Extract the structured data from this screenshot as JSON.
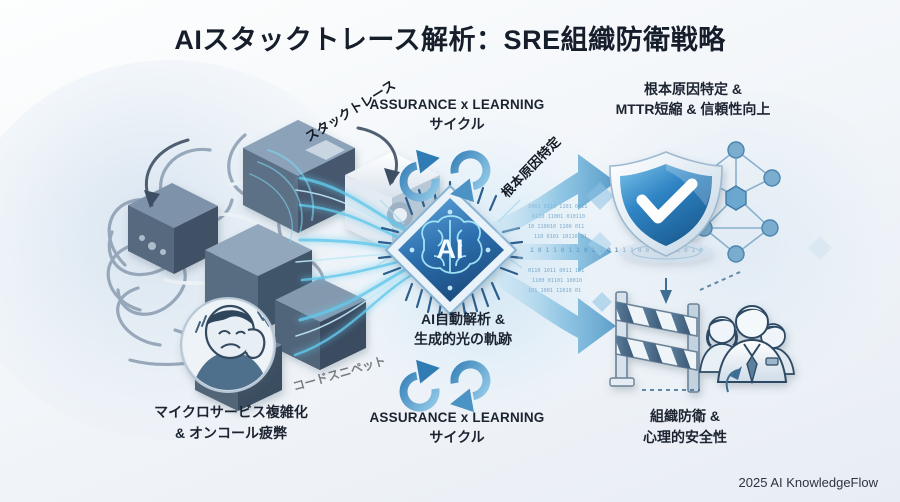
{
  "document": {
    "title": "AIスタックトレース解析：SRE組織防衛戦略",
    "footer": "2025 AI KnowledgeFlow",
    "background_color": "#f2f5f9",
    "accent_color": "#2e7fc0",
    "text_color": "#1c2431"
  },
  "labels": {
    "stack_trace_flow": "スタックトレース",
    "code_snippet_flow": "コードスニペット",
    "root_cause_flow": "根本原因特定",
    "cycle_top": {
      "line1": "ASSURANCE x LEARNING",
      "line2": "サイクル"
    },
    "cycle_bottom": {
      "line1": "ASSURANCE x LEARNING",
      "line2": "サイクル"
    },
    "outcome_top_right": {
      "line1": "根本原因特定 &",
      "line2": "MTTR短縮 & 信頼性向上"
    },
    "problem_bottom_left": {
      "line1": "マイクロサービス複雑化",
      "line2": "& オンコール疲弊"
    },
    "center_bottom": {
      "line1": "AI自動解析 &",
      "line2": "生成的光の軌跡"
    },
    "outcome_bottom_right": {
      "line1": "組織防衛 &",
      "line2": "心理的安全性"
    }
  },
  "figures": {
    "ai_chip_label": "AI",
    "microservices_cluster": "microservices-cube-cluster",
    "burnout_badge": "on-call-burnout-avatar",
    "shield_badge": "reliability-shield-check",
    "network_graph": "distributed-network-graph",
    "barrier": "organizational-defense-barrier",
    "team": "sre-team-group",
    "cycle_icon": "refresh-cycle-arrows",
    "code_stream": "binary-code-stream"
  },
  "palette": {
    "chip_blue": "#2b6fae",
    "chip_glow": "#66d8f5",
    "shield_blue": "#2f84c4",
    "cube_dark": "#47576b",
    "cube_light": "#e8edf3",
    "arrow_blue": "#5aaed6"
  }
}
